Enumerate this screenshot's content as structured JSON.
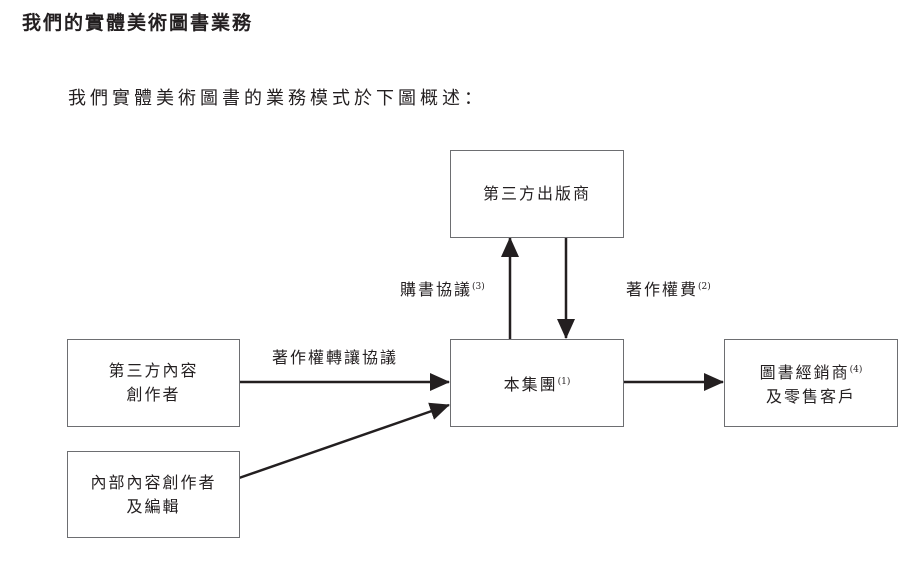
{
  "heading": "我們的實體美術圖書業務",
  "intro": "我們實體美術圖書的業務模式於下圖概述：",
  "nodes": {
    "publisher": {
      "lines": [
        "第三方出版商"
      ]
    },
    "third_party_creators": {
      "lines": [
        "第三方內容",
        "創作者"
      ]
    },
    "internal_creators": {
      "lines": [
        "內部內容創作者",
        "及編輯"
      ]
    },
    "group": {
      "lines": [
        "本集團"
      ],
      "note": "(1)"
    },
    "distributors": {
      "lines": [
        "圖書經銷商",
        "及零售客戶"
      ],
      "note": "(4)"
    }
  },
  "edges": {
    "purchase_agreement": {
      "label": "購書協議",
      "note": "(3)"
    },
    "royalty": {
      "label": "著作權費",
      "note": "(2)"
    },
    "copyright_transfer": {
      "label": "著作權轉讓協議"
    }
  },
  "colors": {
    "line": "#231f20",
    "box_border": "#6d6e71"
  }
}
